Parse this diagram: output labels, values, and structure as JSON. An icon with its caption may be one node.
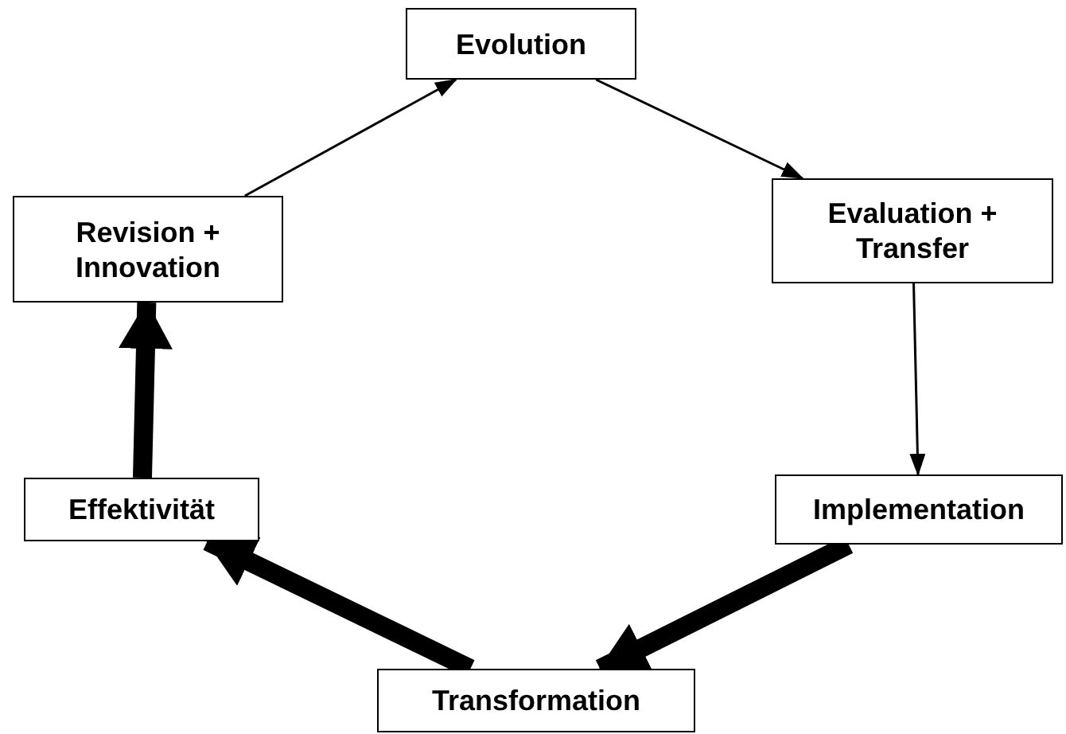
{
  "diagram": {
    "nodes": [
      {
        "text": [
          "Evolution"
        ]
      },
      {
        "text": [
          "Evaluation + Transfer"
        ]
      },
      {
        "text": [
          "Implementation"
        ]
      },
      {
        "text": [
          "Transformation"
        ]
      },
      {
        "text": [
          "Effektivität"
        ]
      },
      {
        "text": [
          "Revision + Innovation"
        ]
      }
    ],
    "edges": [
      {
        "from": 0,
        "to": 1,
        "arrow": "to"
      },
      {
        "from": 1,
        "to": 2,
        "arrow": "to"
      },
      {
        "from": 2,
        "to": 3,
        "arrow": "to",
        "style": "thick"
      },
      {
        "from": 3,
        "to": 4,
        "arrow": "to",
        "style": "thick"
      },
      {
        "from": 4,
        "to": 5,
        "arrow": "to",
        "style": "thick"
      },
      {
        "from": 5,
        "to": 0,
        "arrow": "to"
      }
    ]
  }
}
